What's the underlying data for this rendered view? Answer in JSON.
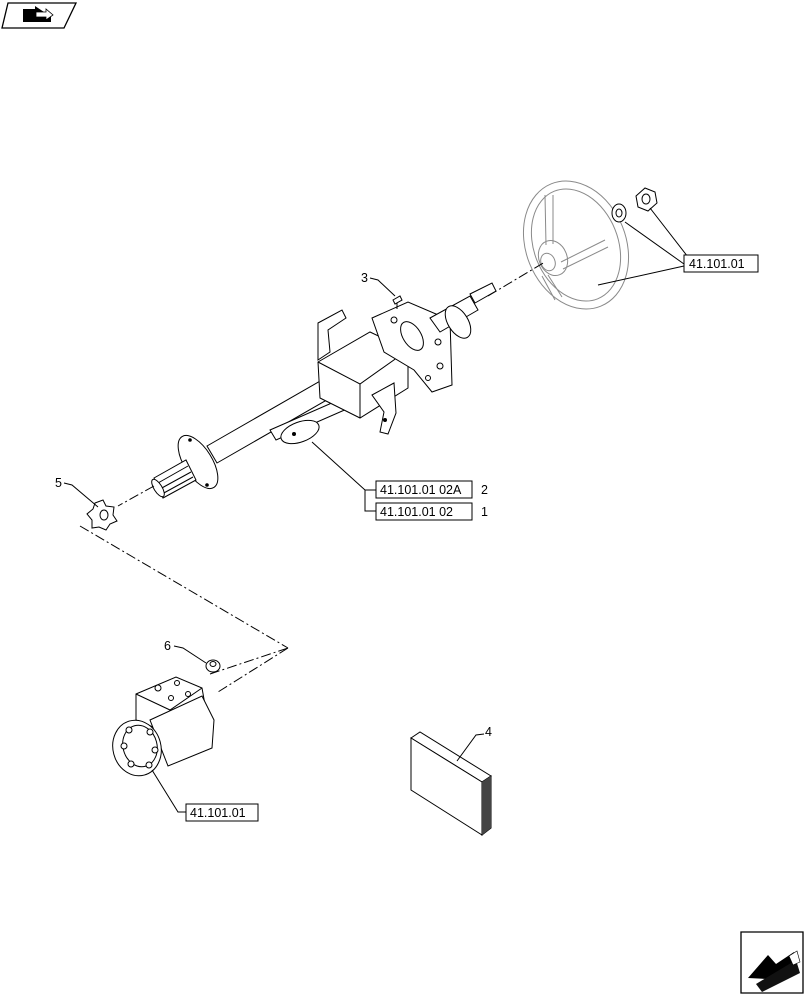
{
  "diagram": {
    "item_numbers": {
      "n3": "3",
      "n5": "5",
      "n6": "6",
      "n4": "4",
      "n2": "2",
      "n1": "1"
    },
    "reference_boxes": {
      "steering_wheel_ref": "41.101.01",
      "column_ref_a": "41.101.01 02A",
      "column_ref": "41.101.01 02",
      "steering_unit_ref": "41.101.01"
    },
    "icons": {
      "top_left": "nav-back-arrow-icon",
      "bottom_right": "next-page-arrow-icon"
    }
  }
}
